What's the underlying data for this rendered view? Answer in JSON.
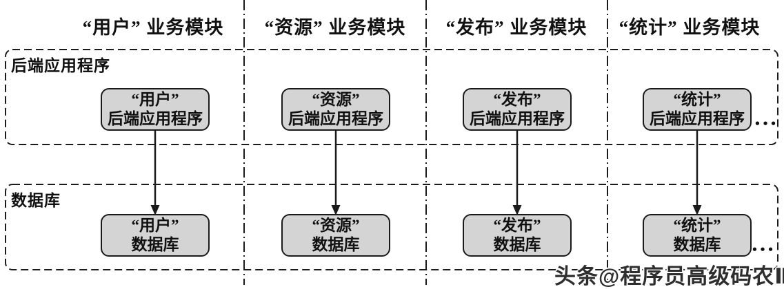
{
  "columns": [
    {
      "header": "“用户” 业务模块",
      "backend_box": {
        "line1": "“用户”",
        "line2": "后端应用程序"
      },
      "database_box": {
        "line1": "“用户”",
        "line2": "数据库"
      }
    },
    {
      "header": "“资源” 业务模块",
      "backend_box": {
        "line1": "“资源”",
        "line2": "后端应用程序"
      },
      "database_box": {
        "line1": "“资源”",
        "line2": "数据库"
      }
    },
    {
      "header": "“发布” 业务模块",
      "backend_box": {
        "line1": "“发布”",
        "line2": "后端应用程序"
      },
      "database_box": {
        "line1": "“发布”",
        "line2": "数据库"
      }
    },
    {
      "header": "“统计” 业务模块",
      "backend_box": {
        "line1": "“统计”",
        "line2": "后端应用程序"
      },
      "database_box": {
        "line1": "“统计”",
        "line2": "数据库"
      }
    }
  ],
  "layers": {
    "backend_label": "后端应用程序",
    "database_label": "数据库"
  },
  "ellipsis": {
    "backend_row": "•••",
    "database_row": "•••"
  },
  "watermark": "头条@程序员高级码农Ⅱ",
  "colors": {
    "node_fill": "#d4d4d4",
    "stroke": "#1a1a1a",
    "background": "#ffffff",
    "watermark_text": "#2e2e2e"
  }
}
